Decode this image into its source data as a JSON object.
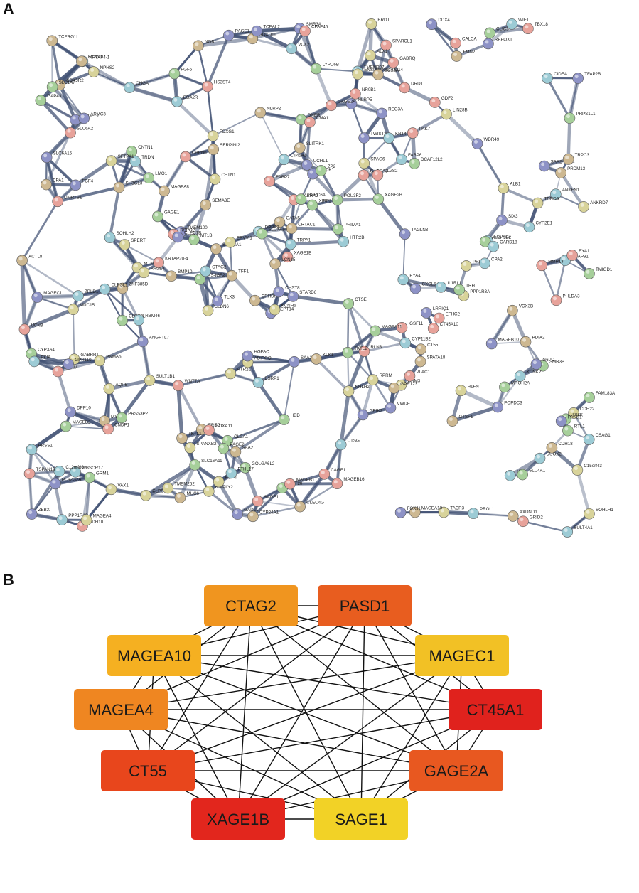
{
  "panels": {
    "a_label": "A",
    "b_label": "B"
  },
  "network_a": {
    "edge_color": "#3f4f72",
    "node_colors": [
      "#8d92c6",
      "#a6cf9a",
      "#d8d39a",
      "#9ccbd5",
      "#e7a29a",
      "#cdb891"
    ],
    "labels": [
      "ANGPTL7",
      "SMR3B",
      "RPRM",
      "ANKFN1",
      "EFHC2",
      "MYH4",
      "TFAP2B",
      "XIRP2",
      "TMEM252",
      "ELOVL3",
      "GDF2",
      "BMP10",
      "POPDC3",
      "SLC16A11",
      "PPP1R3A",
      "CIDEA",
      "ODAM",
      "SLITRK1",
      "TMEM100",
      "CLIC3",
      "GABRR1",
      "TRDN",
      "CNDP1",
      "SAA2",
      "SMR3A",
      "INS-IGF2",
      "MTNR1B",
      "IL1RL1",
      "TBX18",
      "GATA5",
      "SAA2-SAA4",
      "TMIGD1",
      "ADIPOQ",
      "KCNK2",
      "GABRQ",
      "EREG",
      "TWIST2",
      "ALDH3B2",
      "SULT1B1",
      "SULT4A1",
      "GABRA3",
      "ZNF385D",
      "SAA1",
      "KRT20",
      "MUC15",
      "TRPA1",
      "GABRA2",
      "SH3GL3",
      "GADL1",
      "CLCA1",
      "PRL",
      "WBSCR17",
      "UCN3",
      "CDK5R2",
      "DPP10",
      "GPRC6A",
      "RIPPLY2",
      "C12orf66",
      "PAK7",
      "CYP24A1",
      "PROK1",
      "TRH",
      "HTR2C",
      "CHGA",
      "DRD1",
      "SEMA3E",
      "SEPT14",
      "MT1B",
      "CLPS",
      "CYP2E1",
      "CALCA",
      "MUC6",
      "TAGLN3",
      "GRM1",
      "GRM3",
      "SNAP91",
      "CLVS2",
      "PDIA2",
      "PLA2G2A",
      "CYP3A4",
      "NHLH2",
      "NPY",
      "SLC6A2",
      "TRPC3",
      "GRIK2",
      "DNER",
      "CDH22",
      "KRTAP4-1",
      "KRTAP20-4",
      "CPA1",
      "REG3A",
      "PRSS3P2",
      "KCNH6",
      "HTR2B",
      "FABP7",
      "CRHBP",
      "RBFOX1",
      "RTL1",
      "PNMA5",
      "CPA2",
      "MMP13",
      "TFF1",
      "UCHL1",
      "GAP43",
      "ALB1",
      "PPP1R1B",
      "GRID2",
      "CDH18",
      "G6PD",
      "POU3F2",
      "PCP4",
      "PKIA",
      "CDH10",
      "NGB",
      "MAGEB10",
      "LY6K",
      "AQP6",
      "PRSS1",
      "RLN3",
      "KCNV1",
      "HGFAC",
      "CNTN1",
      "NPHS2",
      "TMEM207",
      "SPARCL1",
      "CRTAC1",
      "HDGFL1",
      "TKTL2",
      "FOXG1",
      "FABP6",
      "RSPO2",
      "TCERG1L",
      "CXCL5",
      "PRPS1L1",
      "VAX1",
      "PROL1",
      "DMRTB1",
      "SLC12A1",
      "CHST8",
      "GOLGA6L2",
      "ANKRD7",
      "ZPLD1",
      "HOXA11",
      "TKTL1",
      "SIX3",
      "CTSE",
      "SOHLH1",
      "ESRP1",
      "HS3ST4",
      "FMN2",
      "NLRP5",
      "ZP2",
      "TACR3",
      "SOHLH2",
      "WNT7A",
      "KLK1",
      "VWDE",
      "LYPD6B",
      "SPERT",
      "EYA4",
      "EYA1",
      "HOXD11",
      "DDX4",
      "FGF5",
      "CLDN6",
      "WIF1",
      "IGSF11",
      "MAGEA8",
      "FGF4",
      "SLC4A1",
      "ALX1",
      "CARD18",
      "MAGEB16",
      "NLRP2",
      "TLX3",
      "LMO1",
      "LIN28B",
      "CTSG",
      "NR0B1",
      "SPATA18",
      "LRRIQ1",
      "MAGEA11",
      "SPAG6",
      "DUOX2",
      "TSPAN19",
      "PRDM13",
      "ARMC3",
      "XAGE2B",
      "SFTPA1",
      "DPPA2",
      "CAPN6",
      "GPR123",
      "GPR110",
      "MROH2A",
      "PAGE4",
      "CSAG1",
      "XAGE1B",
      "MAGEA10",
      "FOXJ1",
      "HBD",
      "TDRD9",
      "CYP11B2",
      "CMA1",
      "CLEC4G",
      "CLEC1B",
      "FAM183A",
      "MAGEA4",
      "CTAG2",
      "MAGEB1",
      "GTSF1",
      "SLC6A15",
      "SLC7A10",
      "ERVV-1",
      "CLPSL1",
      "PLAC1",
      "CT55",
      "PASD1",
      "GAGE1",
      "SPANXB2",
      "KRT4",
      "PHLDA3",
      "AXDND1",
      "WDR49",
      "SLC1A7",
      "H1FNT",
      "CT45A1",
      "SAGE1",
      "LCN15",
      "ZBBX",
      "PRIMA1",
      "C15orf43",
      "FTHL17",
      "CAGE1",
      "ACTL8",
      "MAGEC1",
      "MAGEB2",
      "ENSP00000243314",
      "EDA2R",
      "CFAP46",
      "SERPINI2",
      "STARD6",
      "CLEC2L",
      "CETN1",
      "RBM46",
      "CT45A10",
      "VCX3B",
      "PAGE1",
      "DCAF12L2",
      "BRDT",
      "VCX2",
      "GAGE2A",
      "VCX3A",
      "TCEAL2",
      "PAGE2"
    ]
  },
  "network_b": {
    "edge_color": "#111111",
    "nodes": [
      {
        "name": "CTAG2",
        "color": "#f0951f"
      },
      {
        "name": "PASD1",
        "color": "#e85d1f"
      },
      {
        "name": "MAGEA10",
        "color": "#f5b021"
      },
      {
        "name": "MAGEC1",
        "color": "#f2c125"
      },
      {
        "name": "MAGEA4",
        "color": "#ef8621"
      },
      {
        "name": "CT45A1",
        "color": "#e0221d"
      },
      {
        "name": "CT55",
        "color": "#e8461c"
      },
      {
        "name": "GAGE2A",
        "color": "#e85820"
      },
      {
        "name": "XAGE1B",
        "color": "#e2261d"
      },
      {
        "name": "SAGE1",
        "color": "#f2d226"
      }
    ]
  }
}
